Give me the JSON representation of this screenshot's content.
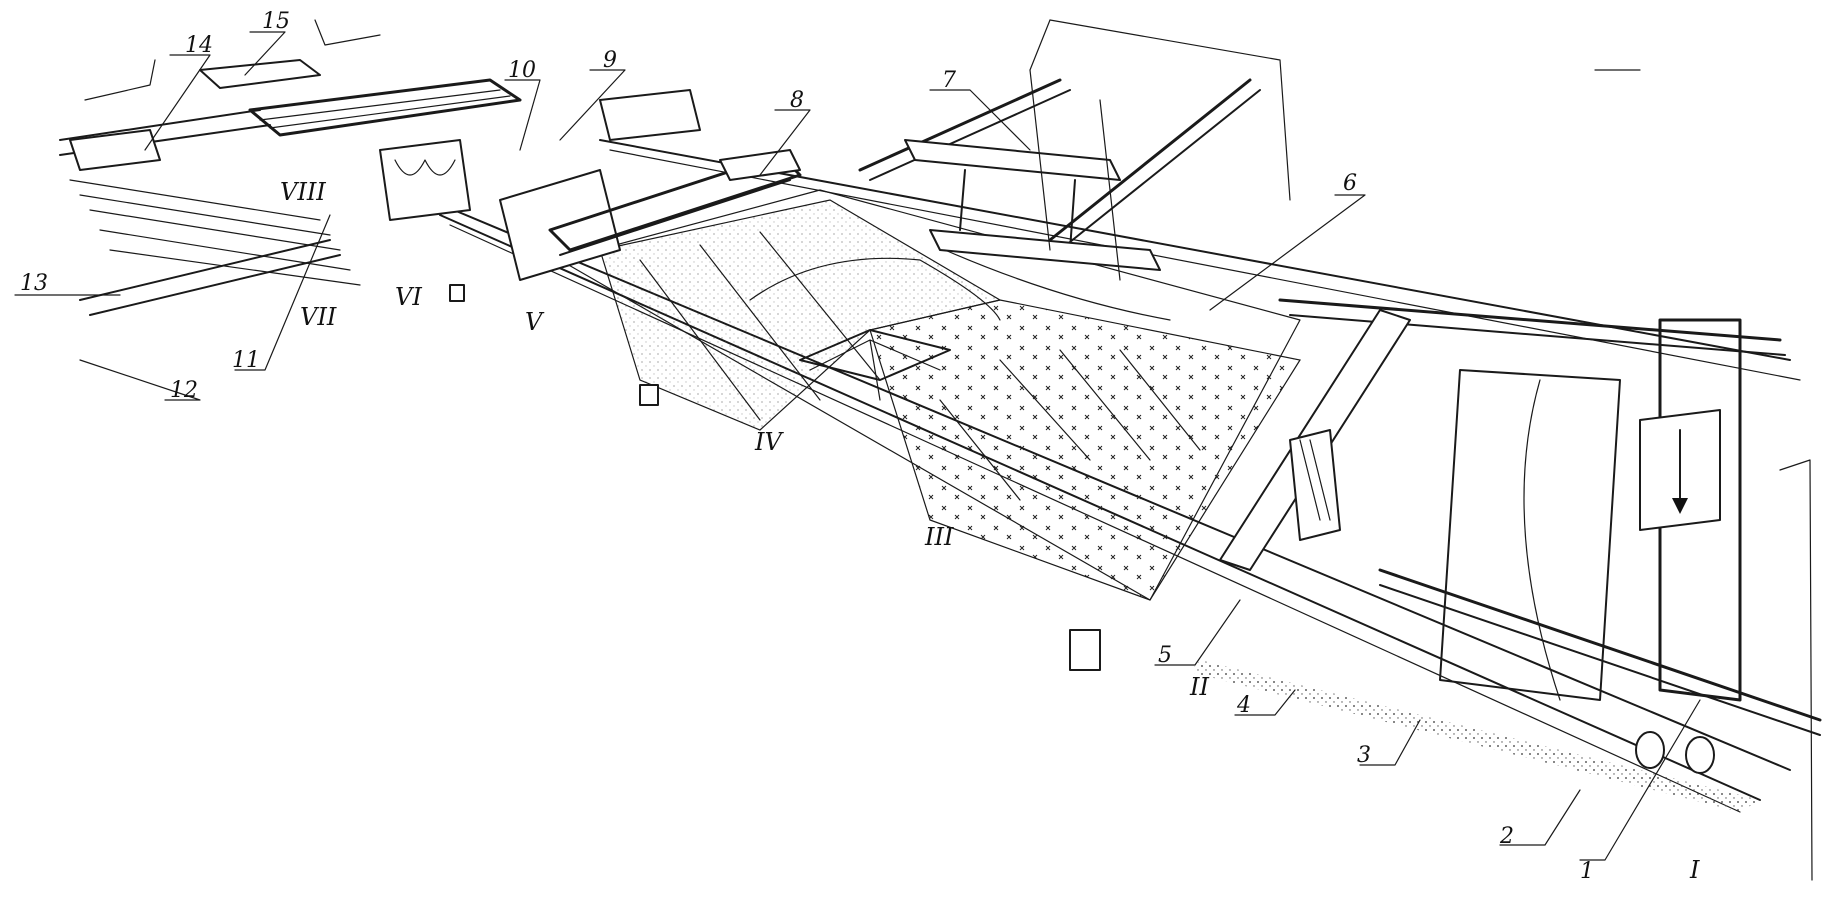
{
  "figure": {
    "callouts": [
      "1",
      "2",
      "3",
      "4",
      "5",
      "6",
      "7",
      "8",
      "9",
      "10",
      "11",
      "12",
      "13",
      "14",
      "15"
    ],
    "zones": [
      "I",
      "II",
      "III",
      "IV",
      "V",
      "VI",
      "VII",
      "VIII"
    ]
  },
  "colors": {
    "ink": "#1a1a1a",
    "paper": "#ffffff"
  }
}
